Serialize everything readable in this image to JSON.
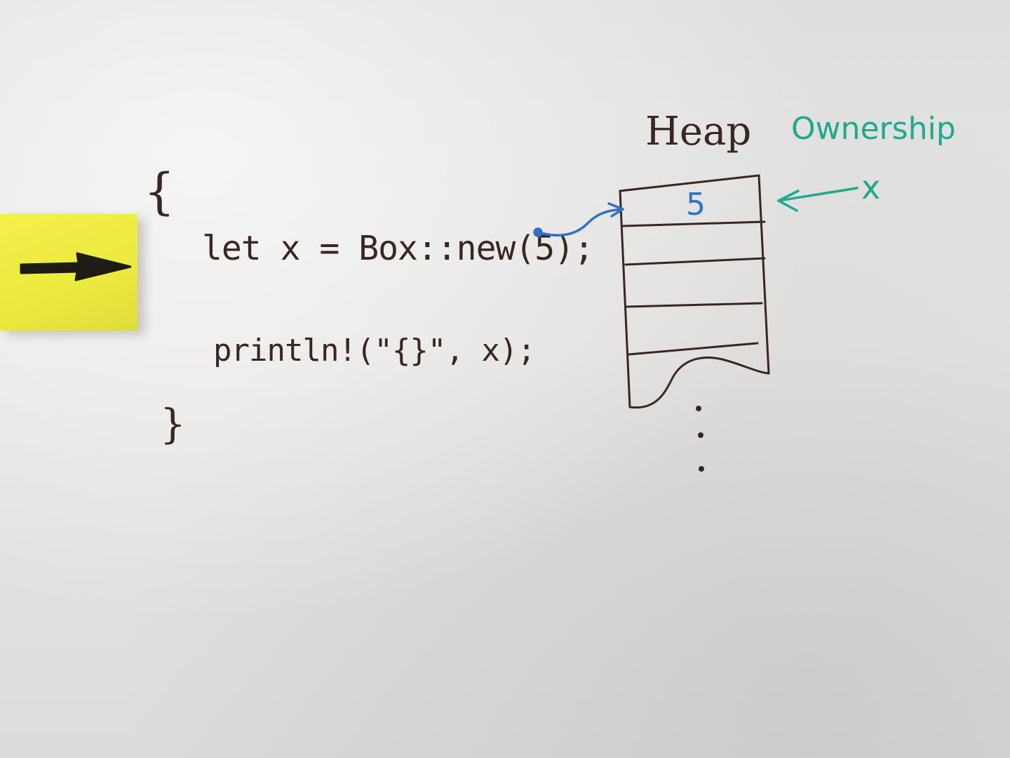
{
  "whiteboard": {
    "code": {
      "open_brace": "{",
      "line1": "let x = Box::new(5);",
      "line2": "println!(\"{}\", x);",
      "close_brace": "}"
    },
    "diagram": {
      "heap_label": "Heap",
      "ownership_label": "Ownership",
      "owner_variable": "x",
      "cell_value": "5"
    }
  },
  "colors": {
    "black_ink": "#3a2620",
    "blue_ink": "#2f72c4",
    "green_ink": "#1fa98f",
    "sticky_note": "#ecea3f"
  },
  "icons": {
    "sticky_note_arrow": "right-arrow-icon"
  }
}
